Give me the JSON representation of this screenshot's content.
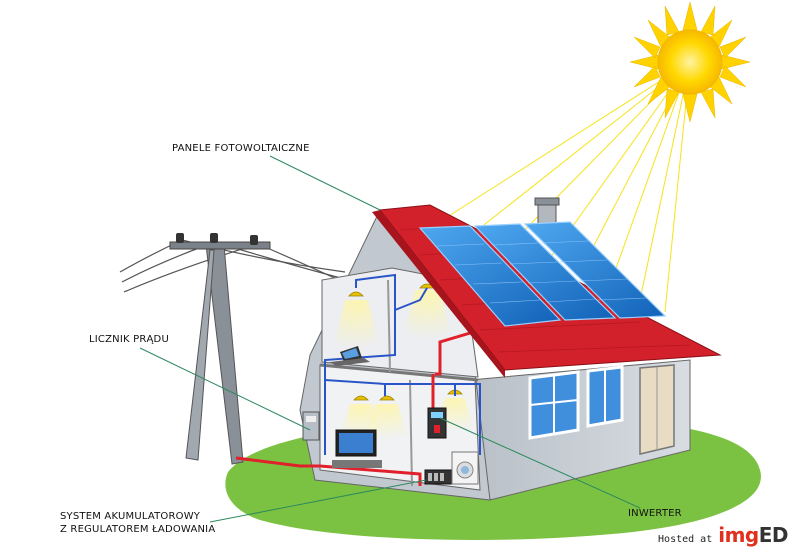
{
  "labels": {
    "panels": "PANELE FOTOWOLTAICZNE",
    "meter": "LICZNIK PRĄDU",
    "battery_line1": "SYSTEM AKUMULATOROWY",
    "battery_line2": "Z REGULATOREM ŁADOWANIA",
    "inverter": "INWERTER"
  },
  "watermark": {
    "prefix": "Hosted at",
    "brand_part1": "img",
    "brand_part2": "ED"
  },
  "colors": {
    "sun": "#ffd200",
    "roof": "#d3212b",
    "panel": "#1f7fd6",
    "grass": "#7cc242",
    "house_wall": "#c9cfd6",
    "wire_dc": "#e0202a",
    "wire_ac": "#2a55c9"
  }
}
